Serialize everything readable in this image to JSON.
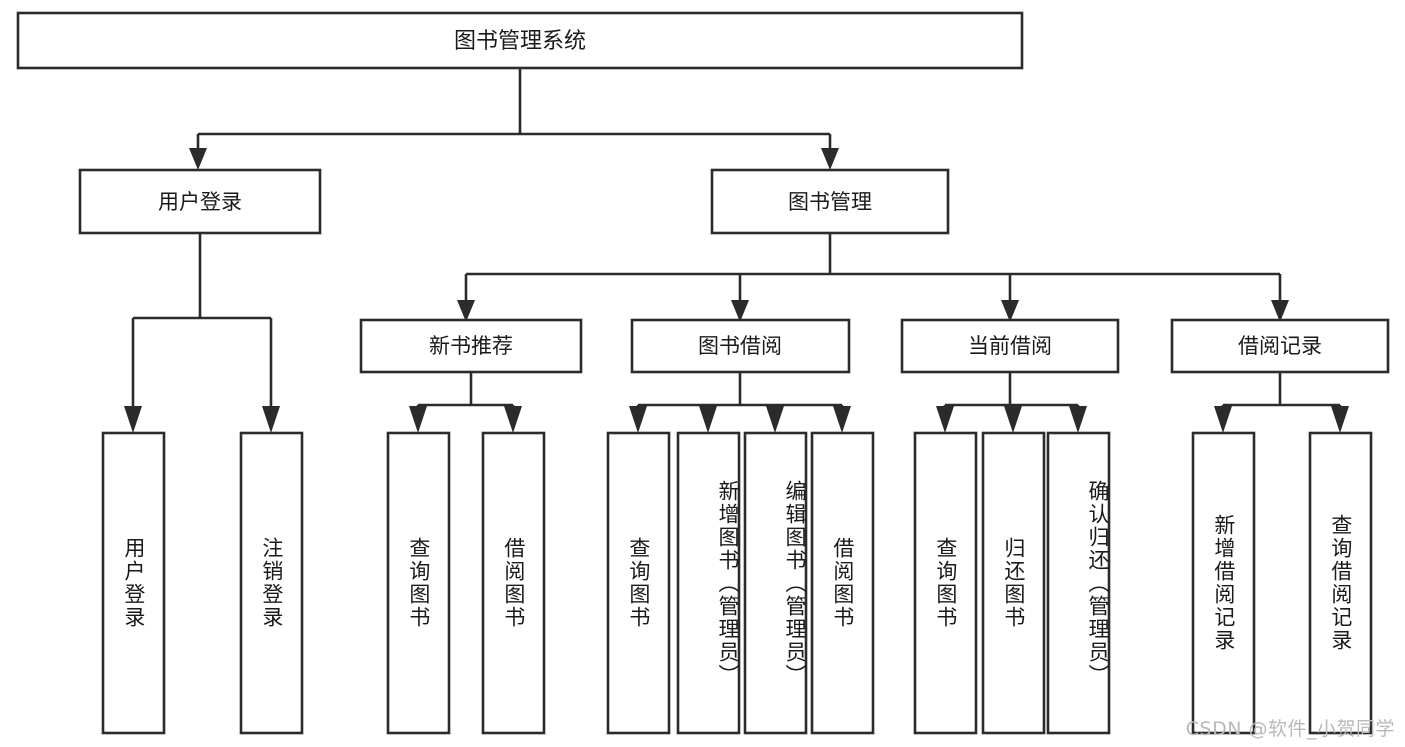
{
  "diagram": {
    "title": "图书管理系统",
    "type": "tree-hierarchy-diagram",
    "colors": {
      "stroke": "#2b2b2b",
      "box_fill": "#ffffff",
      "text": "#1a1a1a",
      "watermark": "#b9b9b9",
      "background": "#ffffff"
    },
    "root": {
      "label": "图书管理系统"
    },
    "level2": [
      {
        "label": "用户登录"
      },
      {
        "label": "图书管理"
      }
    ],
    "level3": [
      {
        "label": "新书推荐"
      },
      {
        "label": "图书借阅"
      },
      {
        "label": "当前借阅"
      },
      {
        "label": "借阅记录"
      }
    ],
    "leaves": {
      "user_login": [
        {
          "label": "用户登录"
        },
        {
          "label": "注销登录"
        }
      ],
      "new_book_recommend": [
        {
          "label": "查询图书"
        },
        {
          "label": "借阅图书"
        }
      ],
      "book_borrow": [
        {
          "label": "查询图书"
        },
        {
          "label": "新增图书（管理员）"
        },
        {
          "label": "编辑图书（管理员）"
        },
        {
          "label": "借阅图书"
        }
      ],
      "current_borrow": [
        {
          "label": "查询图书"
        },
        {
          "label": "归还图书"
        },
        {
          "label": "确认归还（管理员）"
        }
      ],
      "borrow_record": [
        {
          "label": "新增借阅记录"
        },
        {
          "label": "查询借阅记录"
        }
      ]
    }
  },
  "watermark": {
    "text": "CSDN @软件_小贺同学"
  }
}
